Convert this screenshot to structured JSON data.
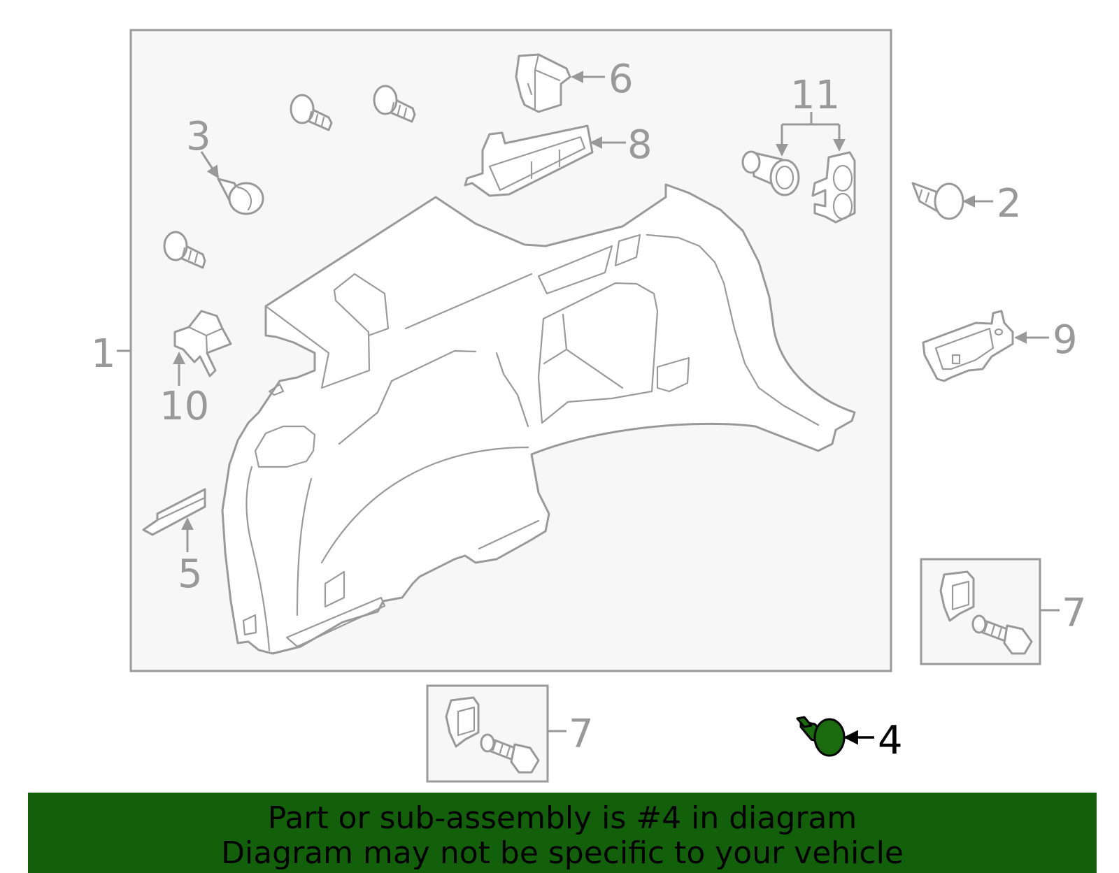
{
  "callouts": {
    "c1": "1",
    "c2": "2",
    "c3": "3",
    "c4": "4",
    "c5": "5",
    "c6": "6",
    "c7a": "7",
    "c7b": "7",
    "c8": "8",
    "c9": "9",
    "c10": "10",
    "c11": "11"
  },
  "highlighted_part": "4",
  "colors": {
    "highlight_fill": "#1a6b0e",
    "banner_background": "#13600b",
    "line_gray": "#999999"
  },
  "banner": {
    "line1": "Part or sub-assembly is #4 in diagram",
    "line2": "Diagram may not be specific to your vehicle"
  }
}
